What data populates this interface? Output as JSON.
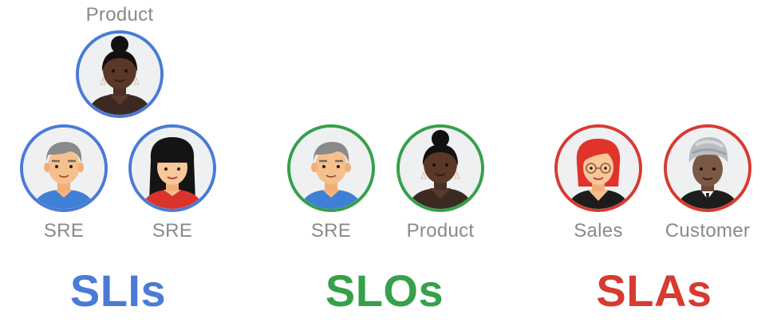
{
  "groups": [
    {
      "title": "SLIs",
      "color": "#4a7bd6",
      "people": [
        {
          "role": "Product",
          "avatar": "woman-dark-bun-avatar-icon"
        },
        {
          "role": "SRE",
          "avatar": "man-gray-hair-avatar-icon"
        },
        {
          "role": "SRE",
          "avatar": "woman-black-hair-avatar-icon"
        }
      ]
    },
    {
      "title": "SLOs",
      "color": "#36a04a",
      "people": [
        {
          "role": "SRE",
          "avatar": "man-gray-hair-avatar-icon"
        },
        {
          "role": "Product",
          "avatar": "woman-dark-bun-avatar-icon"
        }
      ]
    },
    {
      "title": "SLAs",
      "color": "#d63b32",
      "people": [
        {
          "role": "Sales",
          "avatar": "woman-red-hair-glasses-avatar-icon"
        },
        {
          "role": "Customer",
          "avatar": "person-turban-avatar-icon"
        }
      ]
    }
  ]
}
